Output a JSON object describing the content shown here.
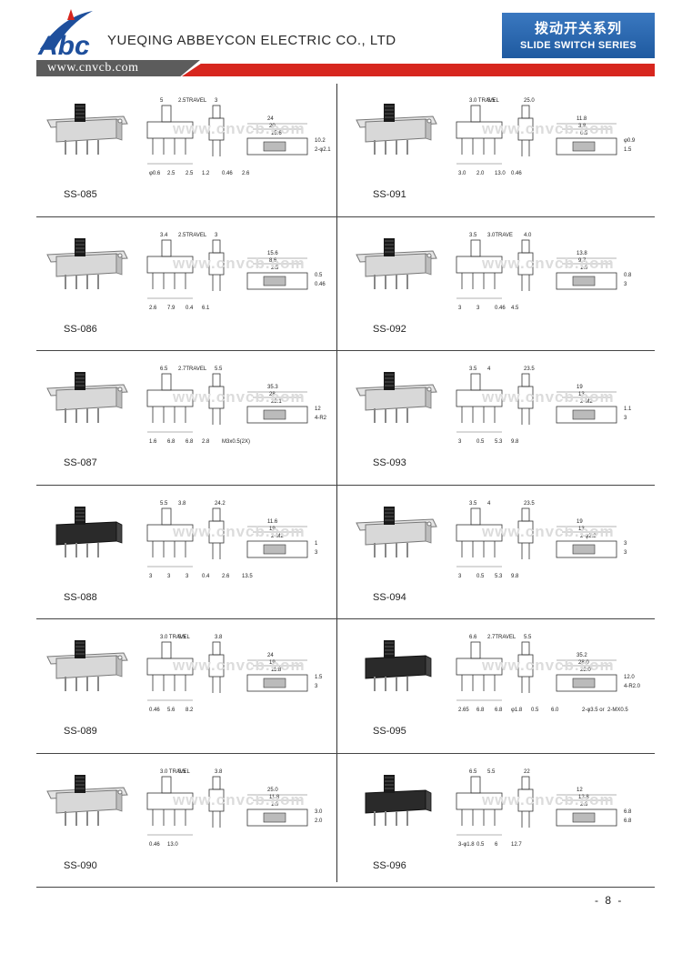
{
  "header": {
    "logo_text": "Abc",
    "company": "YUEQING ABBEYCON ELECTRIC CO., LTD",
    "series_title_cn": "拨动开关系列",
    "series_title_en": "SLIDE SWITCH SERIES",
    "website": "www.cnvcb.com"
  },
  "watermark": "www.cnvcb.com",
  "products": [
    {
      "model": "SS-085",
      "style": "metal",
      "dims": [
        "5",
        "2.5TRAVEL",
        "3",
        "24",
        "20",
        "15.6",
        "10.2",
        "2-φ2.1",
        "φ0.6",
        "2.5",
        "2.5",
        "1.2",
        "0.46",
        "2.6"
      ]
    },
    {
      "model": "SS-091",
      "style": "metal",
      "dims": [
        "3.0 TRAVEL",
        "5.5",
        "25.0",
        "11.8",
        "3.8",
        "0.5",
        "φ0.9",
        "1.5",
        "3.0",
        "2.0",
        "13.0",
        "0.46"
      ]
    },
    {
      "model": "SS-086",
      "style": "metal",
      "dims": [
        "3.4",
        "2.5TRAVEL",
        "3",
        "15.6",
        "8.6",
        "2.5",
        "0.5",
        "0.46",
        "2.6",
        "7.9",
        "0.4",
        "6.1"
      ]
    },
    {
      "model": "SS-092",
      "style": "metal",
      "dims": [
        "3.5",
        "3.0TRAVE",
        "4.0",
        "13.8",
        "9.7",
        "1.0",
        "0.8",
        "3",
        "3",
        "3",
        "0.46",
        "4.5"
      ]
    },
    {
      "model": "SS-087",
      "style": "metal",
      "dims": [
        "6.5",
        "2.7TRAVEL",
        "5.5",
        "35.3",
        "28",
        "22.1",
        "12",
        "4-R2",
        "1.6",
        "6.8",
        "6.8",
        "2.8",
        "M3x0.5(2X)"
      ]
    },
    {
      "model": "SS-093",
      "style": "metal",
      "dims": [
        "3.5",
        "4",
        "23.5",
        "19",
        "13",
        "2-M2",
        "1.1",
        "3",
        "3",
        "0.5",
        "5.3",
        "9.8"
      ]
    },
    {
      "model": "SS-088",
      "style": "black",
      "dims": [
        "5.5",
        "3.8",
        "24.2",
        "11.6",
        "19",
        "2-M2",
        "1",
        "3",
        "3",
        "3",
        "3",
        "0.4",
        "2.6",
        "13.5"
      ]
    },
    {
      "model": "SS-094",
      "style": "metal",
      "dims": [
        "3.5",
        "4",
        "23.5",
        "19",
        "13",
        "2-φ2.2",
        "3",
        "3",
        "3",
        "0.5",
        "5.3",
        "9.8"
      ]
    },
    {
      "model": "SS-089",
      "style": "metal",
      "dims": [
        "3.0 TRAVEL",
        "5.5",
        "3.8",
        "24",
        "19",
        "11.8",
        "1.5",
        "3",
        "0.46",
        "5.6",
        "8.2"
      ]
    },
    {
      "model": "SS-095",
      "style": "black",
      "dims": [
        "6.6",
        "2.7TRAVEL",
        "5.5",
        "35.2",
        "28.0",
        "22.0",
        "12.0",
        "4-R2.0",
        "2.65",
        "6.8",
        "6.8",
        "φ1.8",
        "0.5",
        "6.0",
        "2-φ3.5 or",
        "2-MX0.5"
      ]
    },
    {
      "model": "SS-090",
      "style": "metal",
      "dims": [
        "3.0 TRAVEL",
        "5.5",
        "3.8",
        "25.0",
        "11.8",
        "1.0",
        "3.0",
        "2.0",
        "0.46",
        "13.0"
      ]
    },
    {
      "model": "SS-096",
      "style": "black",
      "dims": [
        "6.5",
        "5.5",
        "22",
        "12",
        "12.8",
        "2.6",
        "6.8",
        "6.8",
        "3-φ1.8",
        "0.5",
        "6",
        "12.7"
      ]
    }
  ],
  "page_number": "- 8 -"
}
